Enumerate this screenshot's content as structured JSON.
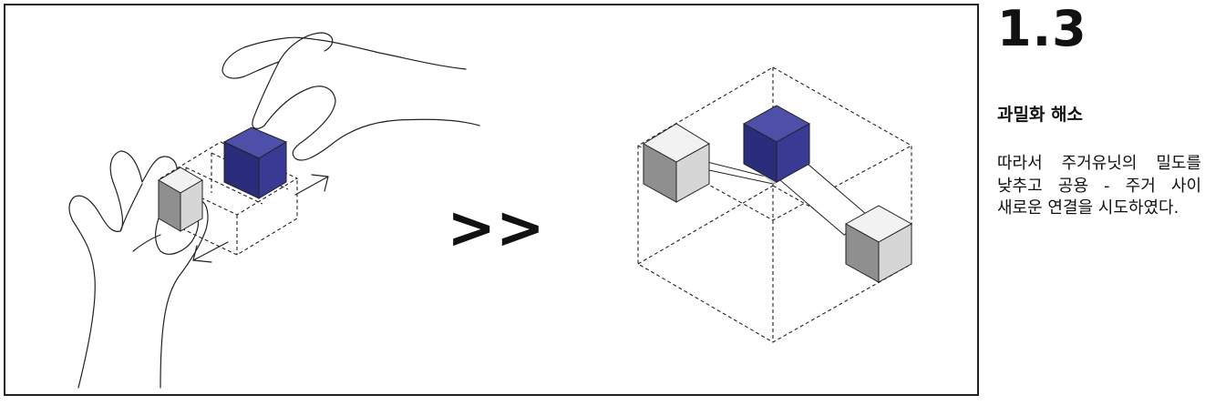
{
  "section": {
    "number": "1.3",
    "heading": "과밀화 해소",
    "body": "따라서 주거유닛의 밀도를 낮추고 공용 - 주거 사이 새로운 연결을 시도하였다."
  },
  "diagram": {
    "transition_symbol": ">>"
  },
  "colors": {
    "blue_top": "#4d4fa8",
    "blue_left": "#2a2c7c",
    "blue_right": "#383a94",
    "grey_top": "#f2f2f2",
    "grey_left": "#8f8f8f",
    "grey_right": "#d6d6d6",
    "frame": "#222222"
  }
}
